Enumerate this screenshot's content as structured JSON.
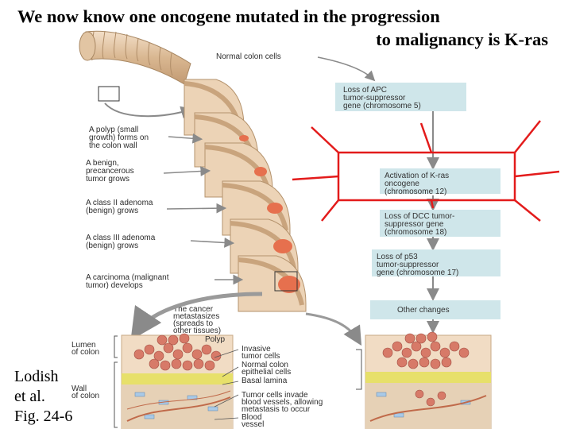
{
  "title": {
    "line1": "We now know one oncogene mutated in the progression",
    "line2": "to malignancy is K-ras"
  },
  "credit": {
    "line1": "Lodish",
    "line2": "et al.",
    "line3": "Fig. 24-6"
  },
  "figure": {
    "top_label": "Normal colon cells",
    "left_labels": [
      [
        "A polyp (small",
        "growth) forms on",
        "the colon wall"
      ],
      [
        "A benign,",
        "precancerous",
        "tumor grows"
      ],
      [
        "A class II adenoma",
        "(benign) grows"
      ],
      [
        "A class III adenoma",
        "(benign) grows"
      ],
      [
        "A carcinoma (malignant",
        "tumor) develops"
      ]
    ],
    "metastasis_label": [
      "The cancer",
      "metastasizes",
      "(spreads to",
      "other tissues)"
    ],
    "steps": [
      [
        "Loss of APC",
        "tumor-suppressor",
        "gene (chromosome 5)"
      ],
      [
        "Activation of K-ras",
        "oncogene",
        "(chromosome 12)"
      ],
      [
        "Loss of DCC tumor-",
        "suppressor gene",
        "(chromosome 18)"
      ],
      [
        "Loss of p53",
        "tumor-suppressor",
        "gene (chromosome 17)"
      ],
      [
        "Other changes"
      ]
    ],
    "bottom_labels": {
      "polyp": "Polyp",
      "lumen": [
        "Lumen",
        "of colon"
      ],
      "wall": [
        "Wall",
        "of colon"
      ],
      "invasive": [
        "Invasive",
        "tumor cells"
      ],
      "normal": [
        "Normal colon",
        "epithelial cells"
      ],
      "basal": "Basal lamina",
      "invade": [
        "Tumor cells invade",
        "blood vessels, allowing",
        "metastasis to occur"
      ],
      "blood": [
        "Blood",
        "vessel"
      ]
    }
  },
  "colors": {
    "highlight": "#e31b1b",
    "step_box": "#cfe6ea",
    "tissue": "#e9c9a8",
    "tumor": "#e6704e",
    "arrow": "#8a8a8a"
  }
}
